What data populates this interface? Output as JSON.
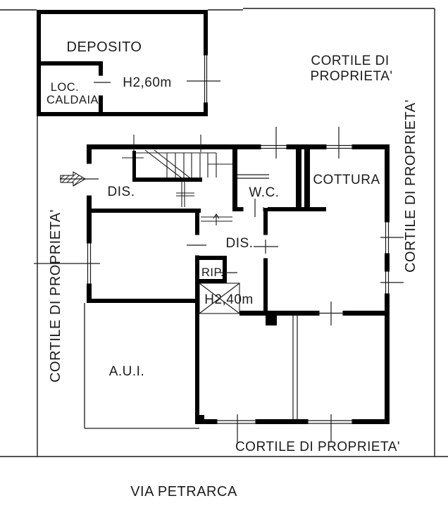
{
  "drawing": {
    "type": "floor-plan",
    "street": "VIA PETRARCA"
  },
  "labels": {
    "deposito": "DEPOSITO",
    "deposito_height": "H2,60m",
    "caldaia_line1": "LOC.",
    "caldaia_line2": "CALDAIA",
    "courtyard_top_line1": "CORTILE DI",
    "courtyard_top_line2": "PROPRIETA'",
    "courtyard_right": "CORTILE DI PROPRIETA'",
    "courtyard_left": "CORTILE DI PROPRIETA'",
    "courtyard_bottom": "CORTILE DI PROPRIETA'",
    "street": "VIA PETRARCA",
    "room_dis_entry": "DIS.",
    "room_wc": "W.C.",
    "room_cottura": "COTTURA",
    "room_dis_central": "DIS.",
    "room_rip": "RIP.",
    "room_h240": "H2,40m",
    "room_aui": "A.U.I."
  },
  "colors": {
    "ink": "#000000",
    "text": "#1c1c1c",
    "background": "#ffffff"
  }
}
